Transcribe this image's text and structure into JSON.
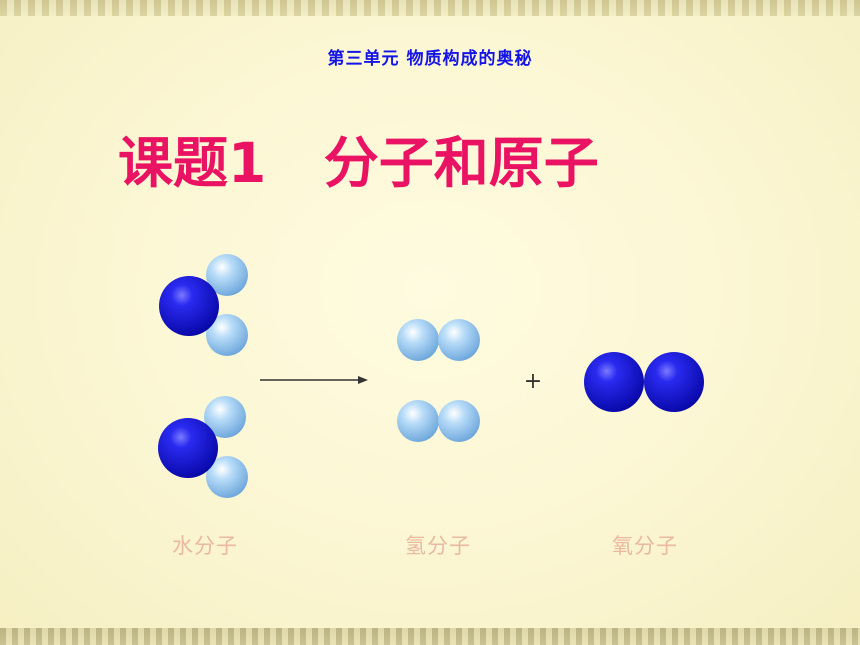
{
  "header": {
    "unit_title": "第三单元  物质构成的奥秘"
  },
  "slide": {
    "lesson_title": "课题1   分子和原子",
    "plus_sign": "+",
    "labels": {
      "water": "水分子",
      "hydrogen": "氢分子",
      "oxygen": "氧分子"
    }
  },
  "colors": {
    "title_red": "#ea1262",
    "unit_blue": "#1414e6",
    "oxygen_atom": "#1a1ae0",
    "hydrogen_atom": "#9ccbf2",
    "label_text": "#e9b9a0"
  }
}
